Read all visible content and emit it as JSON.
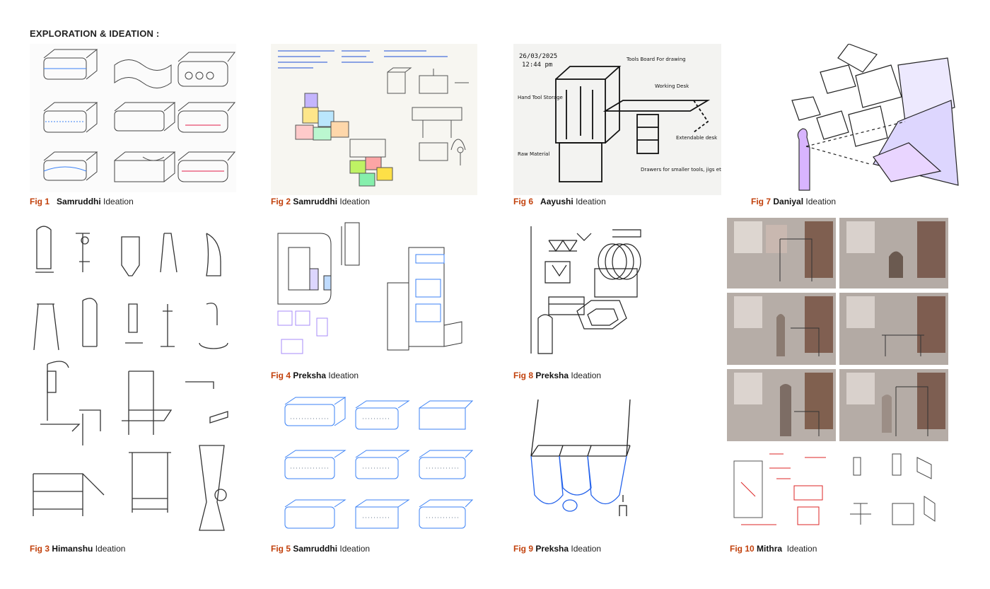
{
  "page": {
    "title": "EXPLORATION & IDEATION :"
  },
  "figures": [
    {
      "num": "Fig 1",
      "name": "Samruddhi",
      "rest": "Ideation"
    },
    {
      "num": "Fig 2",
      "name": "Samruddhi",
      "rest": "Ideation"
    },
    {
      "num": "Fig 6",
      "name": "Aayushi",
      "rest": "Ideation"
    },
    {
      "num": "Fig 7",
      "name": "Daniyal",
      "rest": "Ideation"
    },
    {
      "num": "Fig 3",
      "name": "Himanshu",
      "rest": "Ideation"
    },
    {
      "num": "Fig 4",
      "name": "Preksha",
      "rest": "Ideation"
    },
    {
      "num": "Fig 8",
      "name": "Preksha",
      "rest": "Ideation"
    },
    {
      "num": "Fig 5",
      "name": "Samruddhi",
      "rest": "Ideation"
    },
    {
      "num": "Fig 9",
      "name": "Preksha",
      "rest": "Ideation"
    },
    {
      "num": "Fig 10",
      "name": "Mithra",
      "rest": "Ideation"
    }
  ],
  "fig6_notes": {
    "date": "26/03/2025",
    "time": "12:44 pm",
    "hand_tool": "Hand Tool Storage",
    "raw": "Raw Material",
    "tools_board": "Tools Board For drawing",
    "working_desk": "Working Desk",
    "extendable": "Extendable desk",
    "drawers": "Drawers for smaller tools, jigs etc."
  }
}
